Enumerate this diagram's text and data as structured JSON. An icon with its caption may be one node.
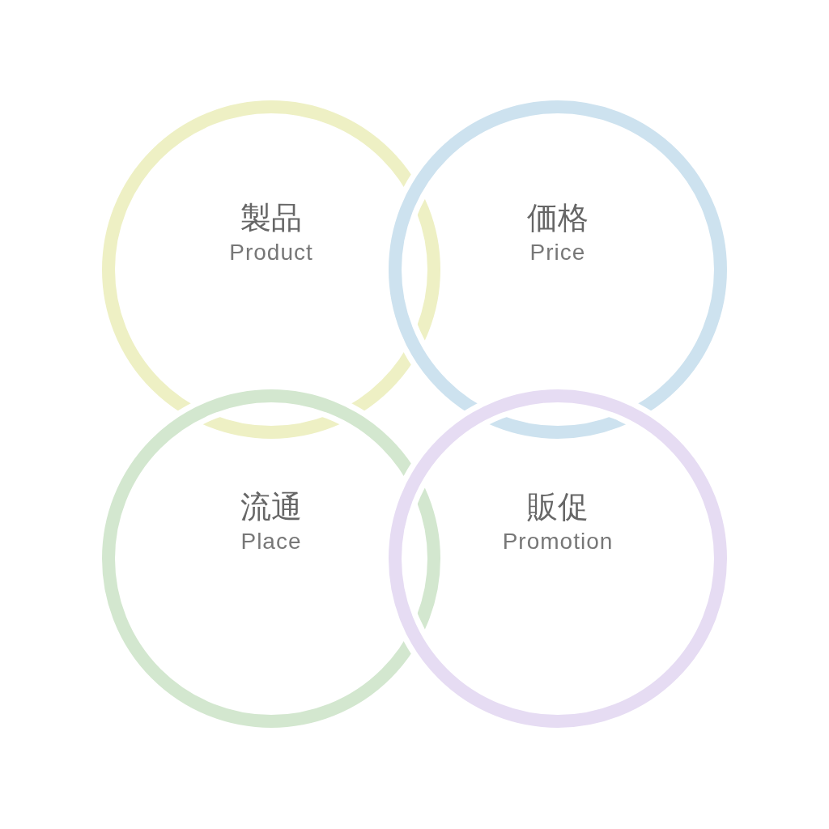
{
  "diagram": {
    "nodes": [
      {
        "text": [
          "製品",
          "Product"
        ]
      },
      {
        "text": [
          "価格",
          "Price"
        ]
      },
      {
        "text": [
          "流通",
          "Place"
        ]
      },
      {
        "text": [
          "販促",
          "Promotion"
        ]
      }
    ]
  }
}
